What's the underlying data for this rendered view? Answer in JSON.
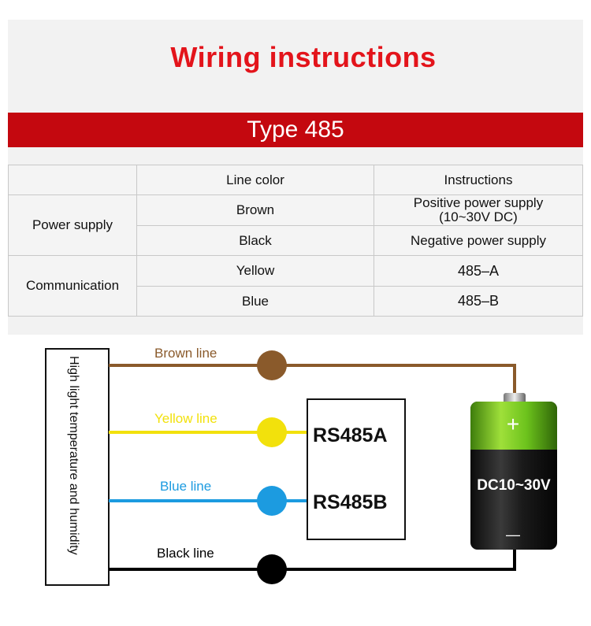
{
  "title": "Wiring instructions",
  "banner": "Type 485",
  "table": {
    "headers": [
      "",
      "Line color",
      "Instructions"
    ],
    "groups": [
      {
        "name": "Power supply",
        "rows": [
          {
            "color": "Brown",
            "instruction_line1": "Positive power supply",
            "instruction_line2": "(10~30V DC)"
          },
          {
            "color": "Black",
            "instruction": "Negative power supply"
          }
        ]
      },
      {
        "name": "Communication",
        "rows": [
          {
            "color": "Yellow",
            "instruction": "485–A"
          },
          {
            "color": "Blue",
            "instruction": "485–B"
          }
        ]
      }
    ]
  },
  "diagram": {
    "sensor_label": "High light temperature and humidity",
    "lines": [
      {
        "label": "Brown line",
        "color": "#8a5a2b"
      },
      {
        "label": "Yellow line",
        "color": "#f2e10c"
      },
      {
        "label": "Blue line",
        "color": "#1c9be0"
      },
      {
        "label": "Black line",
        "color": "#000000"
      }
    ],
    "rs485a": "RS485A",
    "rs485b": "RS485B",
    "battery_label": "DC10~30V",
    "battery_plus": "+",
    "battery_minus": "—"
  }
}
